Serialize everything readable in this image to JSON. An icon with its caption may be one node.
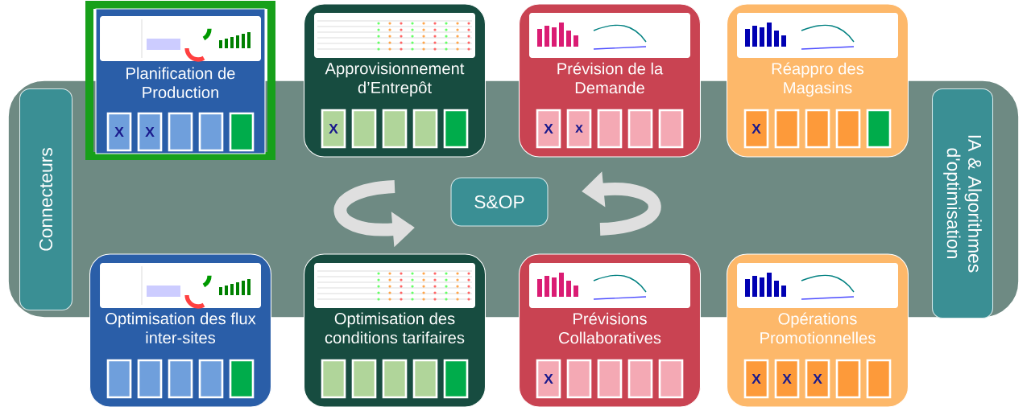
{
  "diagram": {
    "nodes": [
      {
        "text": [
          "Planification de Production"
        ]
      },
      {
        "text": [
          "Approvisionnement d’Entrepôt"
        ]
      },
      {
        "text": [
          "Prévision de la Demande"
        ]
      },
      {
        "text": [
          "Réappro des Magasins"
        ]
      },
      {
        "text": [],
        "shape": "box"
      },
      {
        "text": [
          "Connecteurs"
        ],
        "in": 4
      },
      {
        "text": [
          "S&OP"
        ],
        "in": 4
      },
      {
        "text": [
          "IA & Algorithmes d'optimisation"
        ],
        "in": 4
      },
      {
        "text": [
          "Optimisation des flux inter-sites"
        ]
      },
      {
        "text": [
          "Optimisation des conditions tarifaires"
        ]
      },
      {
        "text": [
          "Prévisions Collaboratives"
        ]
      },
      {
        "text": [
          "Opérations Promotionnelles"
        ]
      },
      {
        "text": [
          "X"
        ]
      },
      {
        "text": [
          "X"
        ]
      },
      {
        "text": [],
        "shape": "box"
      },
      {
        "text": [],
        "shape": "box"
      },
      {
        "text": [],
        "shape": "box"
      },
      {
        "text": [
          "X"
        ]
      },
      {
        "text": [],
        "shape": "box"
      },
      {
        "text": [],
        "shape": "box"
      },
      {
        "text": [],
        "shape": "box"
      },
      {
        "text": [],
        "shape": "box"
      },
      {
        "text": [
          "X"
        ]
      },
      {
        "text": [
          "x"
        ]
      },
      {
        "text": [],
        "shape": "box"
      },
      {
        "text": [],
        "shape": "box"
      },
      {
        "text": [],
        "shape": "box"
      },
      {
        "text": [
          "X"
        ]
      },
      {
        "text": [],
        "shape": "box"
      },
      {
        "text": [],
        "shape": "box"
      },
      {
        "text": [],
        "shape": "box"
      },
      {
        "text": [],
        "shape": "box"
      },
      {
        "text": [],
        "shape": "box",
        "in": 8
      },
      {
        "text": [],
        "shape": "box",
        "in": 8
      },
      {
        "text": [],
        "shape": "box",
        "in": 8
      },
      {
        "text": [],
        "shape": "box",
        "in": 8
      },
      {
        "text": [],
        "shape": "box",
        "in": 8
      },
      {
        "text": [],
        "shape": "box",
        "in": 9
      },
      {
        "text": [],
        "shape": "box",
        "in": 9
      },
      {
        "text": [],
        "shape": "box",
        "in": 9
      },
      {
        "text": [],
        "shape": "box",
        "in": 9
      },
      {
        "text": [],
        "shape": "box",
        "in": 9
      },
      {
        "text": [
          "X"
        ],
        "in": 10
      },
      {
        "text": [],
        "shape": "box",
        "in": 10
      },
      {
        "text": [],
        "shape": "box",
        "in": 10
      },
      {
        "text": [],
        "shape": "box",
        "in": 10
      },
      {
        "text": [],
        "shape": "box",
        "in": 10
      },
      {
        "text": [
          "X"
        ],
        "in": 11
      },
      {
        "text": [
          "X"
        ],
        "in": 11
      },
      {
        "text": [
          "X"
        ],
        "in": 11
      },
      {
        "text": [],
        "shape": "box",
        "in": 11
      },
      {
        "text": [],
        "shape": "box",
        "in": 11
      }
    ]
  }
}
